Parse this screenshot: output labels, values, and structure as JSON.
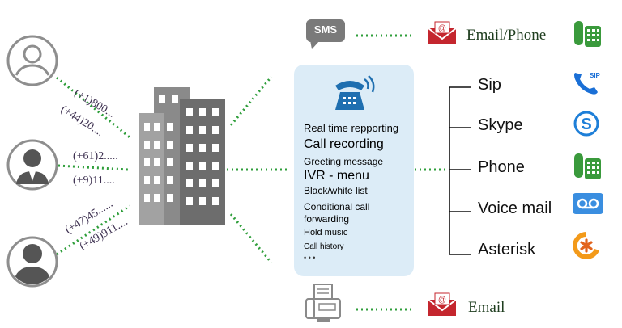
{
  "incoming_numbers": [
    "(+1)800...",
    "(+44)20....",
    "(+61)2.....",
    "(+9)11....",
    "(+47)45......",
    "(+49)911...."
  ],
  "top_route": {
    "badge": "SMS",
    "label": "Email/Phone"
  },
  "bottom_route": {
    "label": "Email"
  },
  "features": [
    "Real time repporting",
    "Call recording",
    "Greeting message",
    "IVR - menu",
    "Black/white list",
    "Conditional call",
    "forwarding",
    "Hold music",
    "Call history"
  ],
  "more_indicator": "• • •",
  "channels": [
    {
      "label": "Sip",
      "icon": "sip-phone-icon",
      "icon_text": "SIP"
    },
    {
      "label": "Skype",
      "icon": "skype-icon"
    },
    {
      "label": "Phone",
      "icon": "phone-handset-icon"
    },
    {
      "label": "Voice mail",
      "icon": "voicemail-icon"
    },
    {
      "label": "Asterisk",
      "icon": "asterisk-icon"
    }
  ],
  "colors": {
    "dotted_line": "#2e9e3a",
    "panel": "#dcecf7",
    "phone_green": "#3a9a3c",
    "mail_red": "#c4262e",
    "sip_blue": "#1a6fd6",
    "skype_blue": "#1e7fd8",
    "voicemail_blue": "#3a8ee0",
    "asterisk_orange": "#f39a1a",
    "building": "#8a8a8a"
  }
}
